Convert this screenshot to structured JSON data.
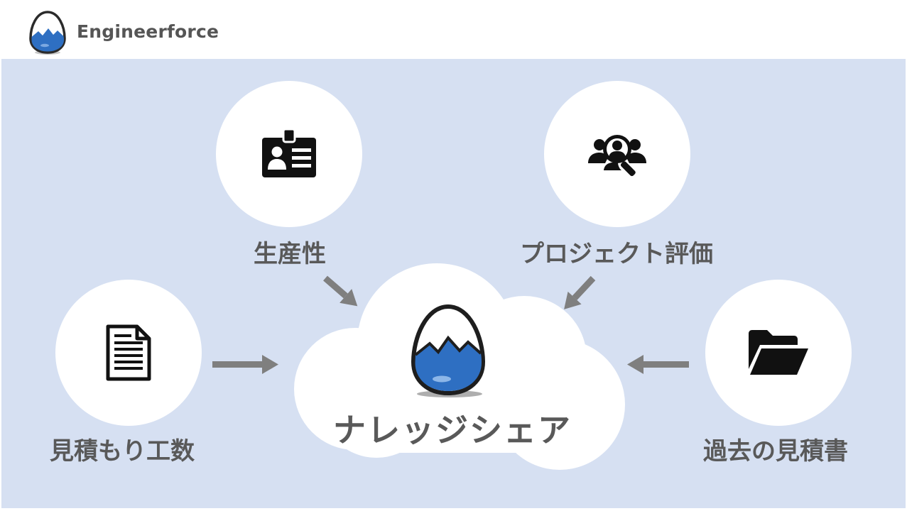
{
  "brand": {
    "name": "Engineerforce",
    "logo_icon": "egg-logo-icon"
  },
  "center": {
    "title": "ナレッジシェア",
    "icon": "egg-logo-icon"
  },
  "nodes": [
    {
      "id": "productivity",
      "label": "生産性",
      "icon": "id-badge-icon"
    },
    {
      "id": "project-eval",
      "label": "プロジェクト評価",
      "icon": "user-search-group-icon"
    },
    {
      "id": "estimate",
      "label": "見積もり工数",
      "icon": "document-icon"
    },
    {
      "id": "past-estimates",
      "label": "過去の見積書",
      "icon": "folder-open-icon"
    }
  ],
  "colors": {
    "background": "#d6e0f2",
    "arrow": "#7f7f7f",
    "text": "#595959",
    "egg_blue": "#2e6fc2"
  }
}
